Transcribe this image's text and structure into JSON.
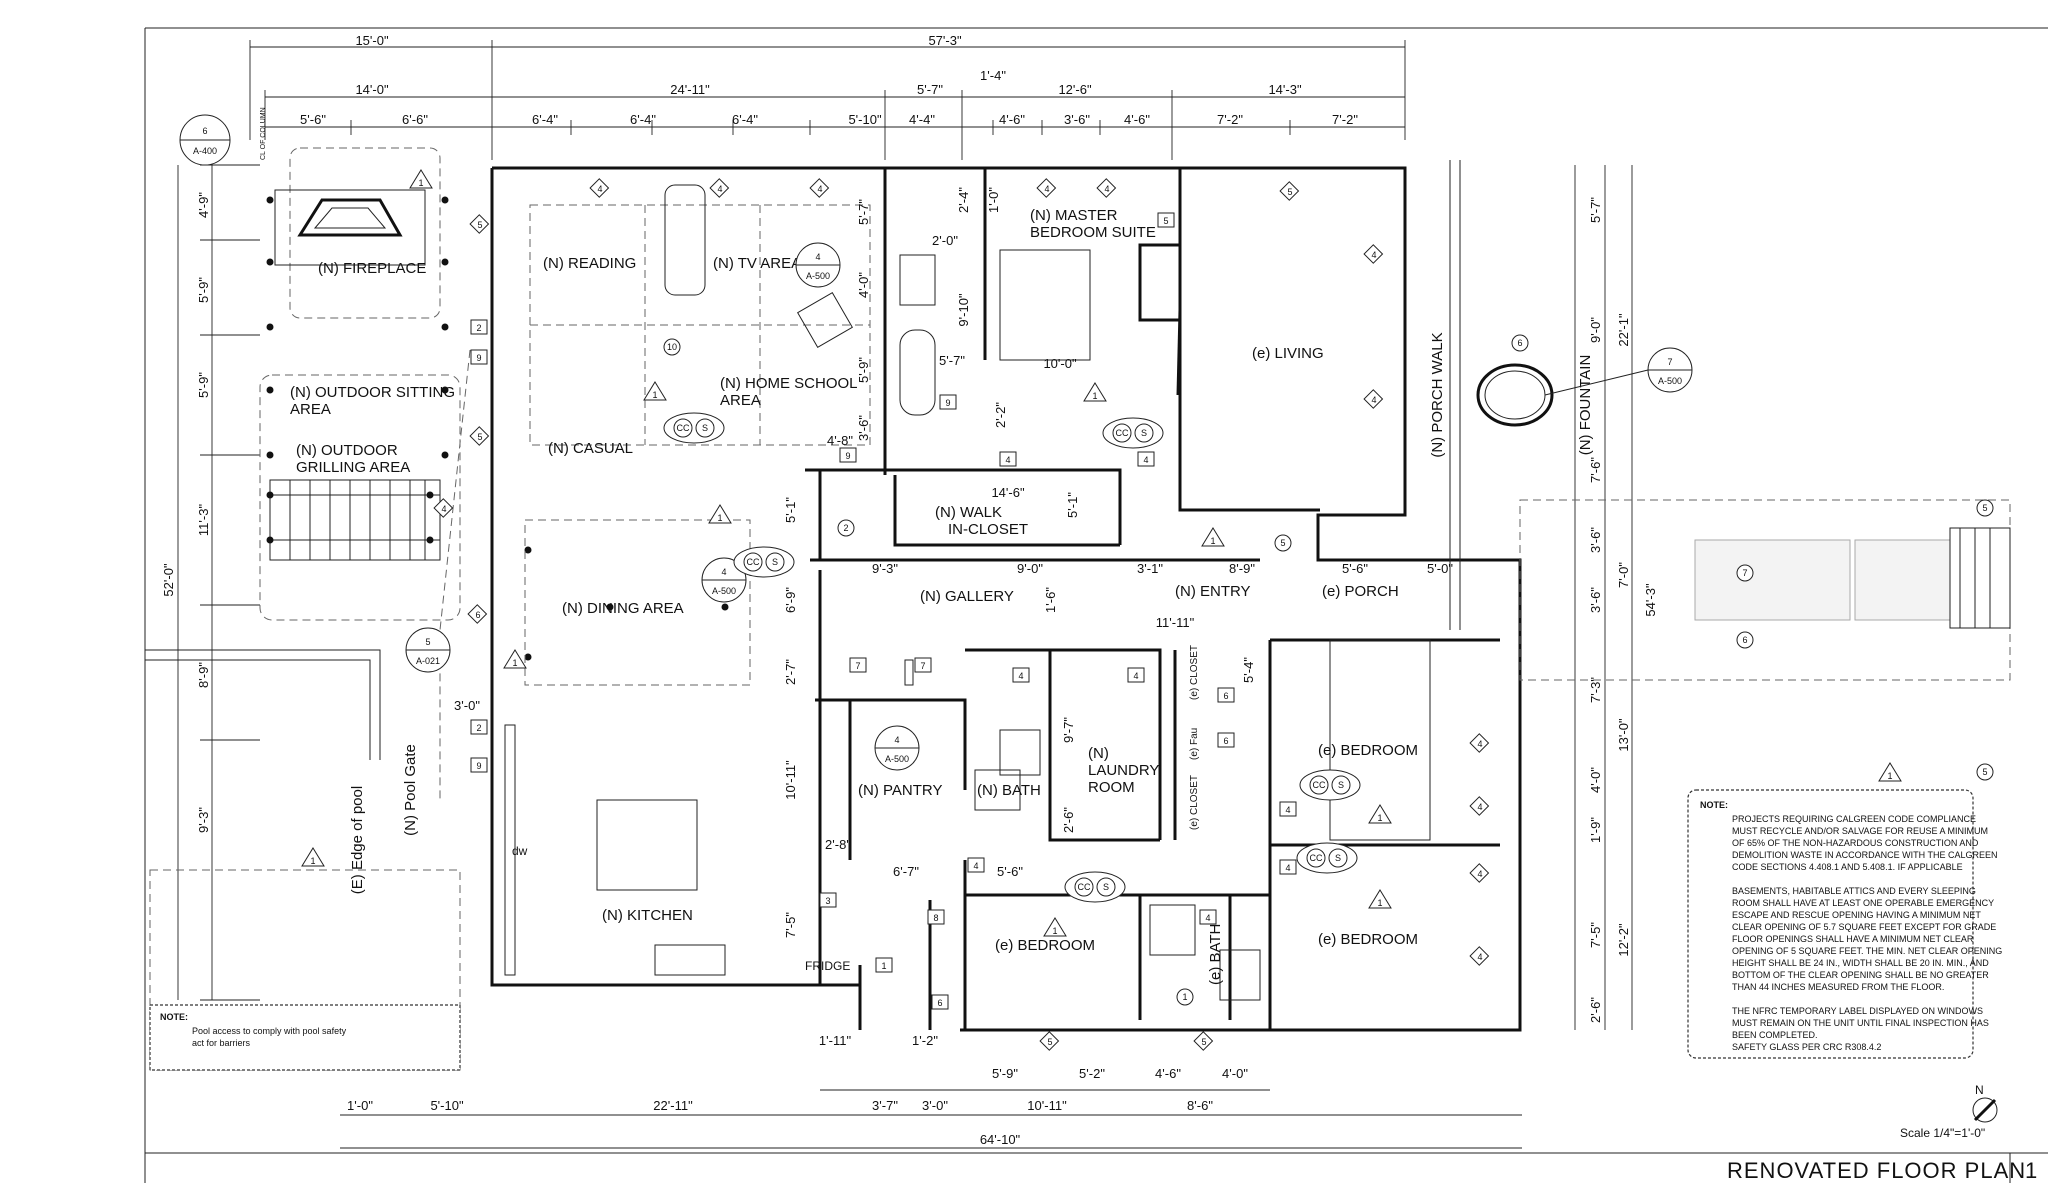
{
  "title_block": {
    "sheet_title": "RENOVATED FLOOR PLAN",
    "sheet_number": "1",
    "scale": "Scale 1/4\"=1'-0\"",
    "north": "N"
  },
  "rooms": {
    "fireplace": "(N) FIREPLACE",
    "reading": "(N) READING",
    "tv_area": "(N) TV AREA",
    "master_1": "(N) MASTER",
    "master_2": "BEDROOM SUITE",
    "living": "(e) LIVING",
    "porch_walk": "(N) PORCH WALK",
    "fountain": "(N) FOUNTAIN",
    "outdoor_sitting_1": "(N) OUTDOOR SITTING",
    "outdoor_sitting_2": "AREA",
    "home_school_1": "(N) HOME SCHOOL",
    "home_school_2": "AREA",
    "outdoor_grilling_1": "(N) OUTDOOR",
    "outdoor_grilling_2": "GRILLING AREA",
    "casual": "(N) CASUAL",
    "walk_closet_1": "(N) WALK",
    "walk_closet_2": "IN-CLOSET",
    "dining": "(N) DINING AREA",
    "gallery": "(N) GALLERY",
    "entry": "(N) ENTRY",
    "porch": "(e) PORCH",
    "bedroom_ne": "(e) BEDROOM",
    "bedroom_se": "(e) BEDROOM",
    "bedroom_s": "(e) BEDROOM",
    "laundry_1": "(N)",
    "laundry_2": "LAUNDRY",
    "laundry_3": "ROOM",
    "pantry": "(N) PANTRY",
    "bath_n": "(N) BATH",
    "bath_e": "(e) BATH",
    "kitchen": "(N) KITCHEN",
    "fridge": "FRIDGE",
    "dw": "dw",
    "closet_a": "(e) CLOSET",
    "closet_b": "(e) CLOSET",
    "fau": "(e) Fau",
    "edge_of_pool": "(E) Edge of pool",
    "pool_gate": "(N) Pool Gate",
    "column": "CL OF COLUMN"
  },
  "dimensions": {
    "top1": [
      "15'-0\"",
      "57'-3\""
    ],
    "top2": [
      "14'-0\"",
      "24'-11\"",
      "5'-7\"",
      "1'-4\"",
      "12'-6\"",
      "14'-3\""
    ],
    "top3": [
      "5'-6\"",
      "6'-6\"",
      "6'-4\"",
      "6'-4\"",
      "6'-4\"",
      "5'-10\"",
      "4'-4\"",
      "4'-6\"",
      "3'-6\"",
      "4'-6\"",
      "7'-2\"",
      "7'-2\""
    ],
    "left_outer": [
      "52'-0\""
    ],
    "left": [
      "4'-9\"",
      "5'-9\"",
      "5'-9\"",
      "11'-3\"",
      "8'-9\"",
      "9'-3\""
    ],
    "right_outer": [
      "22'-1\"",
      "54'-3\"",
      "13'-0\"",
      "12'-2\""
    ],
    "right": [
      "5'-7\"",
      "9'-0\"",
      "7'-6\"",
      "3'-6\"",
      "7'-0\"",
      "3'-6\"",
      "7'-3\"",
      "4'-0\"",
      "1'-9\"",
      "7'-5\"",
      "2'-6\""
    ],
    "bottom1": [
      "1'-0\"",
      "5'-10\"",
      "22'-11\"",
      "3'-7\"",
      "3'-0\"",
      "10'-11\"",
      "8'-6\""
    ],
    "bottom2": [
      "1'-11\"",
      "1'-2\"",
      "5'-9\"",
      "5'-2\"",
      "4'-6\"",
      "4'-0\""
    ],
    "bottom_total": "64'-10\"",
    "interior": [
      "5'-7\"",
      "4'-0\"",
      "5'-9\"",
      "3'-6\"",
      "2'-4\"",
      "1'-0\"",
      "2'-0\"",
      "9'-10\"",
      "5'-7\"",
      "10'-0\"",
      "2'-2\"",
      "4'-8\"",
      "14'-6\"",
      "5'-1\"",
      "5'-1\"",
      "9'-3\"",
      "9'-0\"",
      "3'-1\"",
      "8'-9\"",
      "5'-6\"",
      "5'-0\"",
      "1'-6\"",
      "11'-11\"",
      "6'-9\"",
      "2'-7\"",
      "10'-11\"",
      "3'-0\"",
      "2'-8\"",
      "6'-7\"",
      "5'-6\"",
      "9'-7\"",
      "2'-6\"",
      "5'-4\"",
      "7'-5\""
    ]
  },
  "callouts": {
    "c6": {
      "num": "6",
      "sheet": "A-400"
    },
    "c4a": {
      "num": "4",
      "sheet": "A-500"
    },
    "c4b": {
      "num": "4",
      "sheet": "A-500"
    },
    "c4c": {
      "num": "4",
      "sheet": "A-500"
    },
    "c5": {
      "num": "5",
      "sheet": "A-021"
    },
    "c7": {
      "num": "7",
      "sheet": "A-500"
    }
  },
  "notes_right": {
    "heading": "NOTE:",
    "lines": [
      "PROJECTS REQUIRING CALGREEN CODE COMPLIANCE",
      "MUST RECYCLE AND/OR SALVAGE FOR REUSE A MINIMUM",
      "OF 65% OF THE NON-HAZARDOUS CONSTRUCTION AND",
      "DEMOLITION WASTE IN ACCORDANCE WITH THE CALGREEN",
      "CODE SECTIONS 4.408.1 AND 5.408.1. IF APPLICABLE",
      "",
      "BASEMENTS, HABITABLE ATTICS AND EVERY SLEEPING",
      "ROOM SHALL HAVE AT LEAST ONE OPERABLE EMERGENCY",
      "ESCAPE AND RESCUE OPENING HAVING A MINIMUM NET",
      "CLEAR OPENING OF 5.7 SQUARE FEET EXCEPT FOR GRADE",
      "FLOOR OPENINGS SHALL HAVE A MINIMUM NET CLEAR",
      "OPENING OF 5 SQUARE FEET. THE MIN. NET CLEAR OPENING",
      "HEIGHT SHALL BE 24 IN., WIDTH SHALL BE 20 IN. MIN., AND",
      "BOTTOM OF THE CLEAR OPENING SHALL BE NO GREATER",
      "THAN 44 INCHES MEASURED FROM THE FLOOR.",
      "",
      "THE NFRC TEMPORARY LABEL DISPLAYED ON WINDOWS",
      "MUST REMAIN ON THE UNIT UNTIL FINAL INSPECTION HAS",
      "BEEN COMPLETED.",
      "SAFETY GLASS PER CRC R308.4.2"
    ]
  },
  "notes_left": {
    "heading": "NOTE:",
    "lines": [
      "Pool access to comply with pool safety",
      "act for barriers"
    ]
  },
  "tags": {
    "cc": "CC",
    "s": "S",
    "t1": "1",
    "t2": "2",
    "t3": "3",
    "t4": "4",
    "t5": "5",
    "t6": "6",
    "t7": "7",
    "t8": "8",
    "t9": "9",
    "t10": "10"
  }
}
